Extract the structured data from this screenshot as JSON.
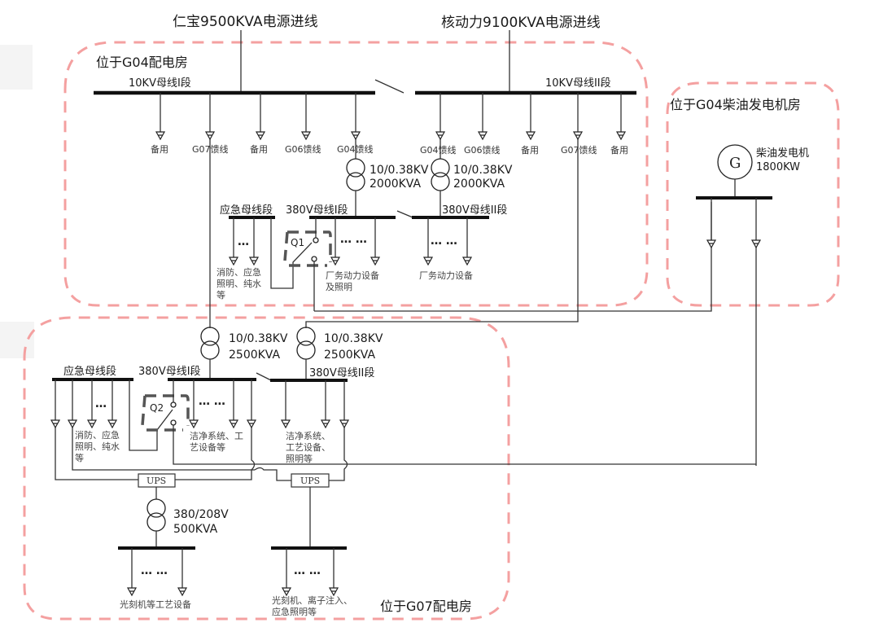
{
  "diagram": {
    "incoming_lines": {
      "renbao": "仁宝9500KVA电源进线",
      "hedongli": "核动力9100KVA电源进线"
    },
    "zones": {
      "g04_room": "位于G04配电房",
      "g04_diesel_room": "位于G04柴油发电机房",
      "g07_room": "位于G07配电房"
    },
    "g04": {
      "bus_10kv_1": "10KV母线I段",
      "bus_10kv_2": "10KV母线II段",
      "feeders_bus1": [
        "备用",
        "G07馈线",
        "备用",
        "G06馈线",
        "G04馈线"
      ],
      "feeders_bus2": [
        "G04馈线",
        "G06馈线",
        "备用",
        "G07馈线",
        "备用"
      ],
      "xfmr1": {
        "ratio": "10/0.38KV",
        "capacity": "2000KVA"
      },
      "xfmr2": {
        "ratio": "10/0.38KV",
        "capacity": "2000KVA"
      },
      "emergency_bus": "应急母线段",
      "bus_380_1": "380V母线I段",
      "bus_380_2": "380V母线II段",
      "switch_label": "Q1",
      "emergency_loads": [
        "消防、应急",
        "照明、纯水",
        "等"
      ],
      "bus1_loads": [
        "厂务动力设备",
        "及照明"
      ],
      "bus2_loads": [
        "厂务动力设备"
      ],
      "dots": "…",
      "dots_pair": "… …"
    },
    "generator": {
      "symbol": "G",
      "name": "柴油发电机",
      "rating": "1800KW"
    },
    "g07": {
      "xfmr1": {
        "ratio": "10/0.38KV",
        "capacity": "2500KVA"
      },
      "xfmr2": {
        "ratio": "10/0.38KV",
        "capacity": "2500KVA"
      },
      "emergency_bus": "应急母线段",
      "bus_380_1": "380V母线I段",
      "bus_380_2": "380V母线II段",
      "switch_label": "Q2",
      "emergency_loads": [
        "消防、应急",
        "照明、纯水",
        "等"
      ],
      "bus1_loads": [
        "洁净系统、工",
        "艺设备等"
      ],
      "bus2_loads": [
        "洁净系统、",
        "工艺设备、",
        "照明等"
      ],
      "ups_label": "UPS",
      "xfmr3": {
        "ratio": "380/208V",
        "capacity": "500KVA"
      },
      "ups_bus1_loads": [
        "光刻机等工艺设备"
      ],
      "ups_bus2_loads": [
        "光刻机、离子注入、",
        "应急照明等"
      ],
      "dots": "…",
      "dots_pair": "… …"
    }
  }
}
